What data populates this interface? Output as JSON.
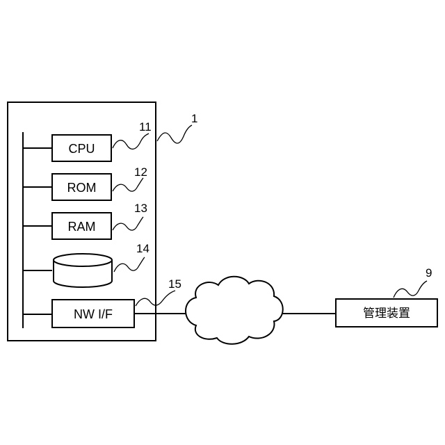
{
  "components": {
    "cpu": "CPU",
    "rom": "ROM",
    "ram": "RAM",
    "nwif": "NW I/F",
    "management_device": "管理装置"
  },
  "reference_numerals": {
    "device": "1",
    "cpu": "11",
    "rom": "12",
    "ram": "13",
    "storage": "14",
    "nwif": "15",
    "management_device": "9"
  }
}
